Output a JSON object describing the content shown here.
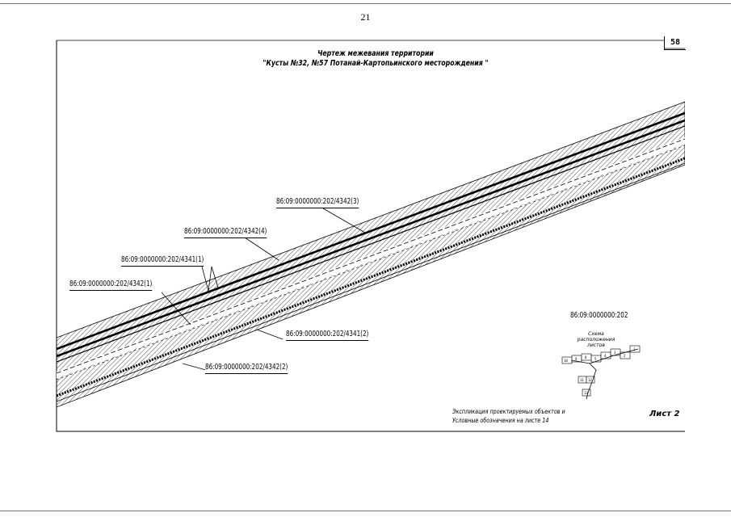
{
  "page_number": "21",
  "sheet_number": "58",
  "title_line1": "Чертеж межевания территории",
  "title_line2": "\"Кусты №32, №57 Потанай-Картопьинского месторождения \"",
  "parcel_labels": {
    "p3": "86:09:0000000:202/4342(3)",
    "p4": "86:09:0000000:202/4342(4)",
    "p41": "86:09:0000000:202/4341(1)",
    "p1": "86:09:0000000:202/4342(1)",
    "p42_2": "86:09:0000000:202/4341(2)",
    "p2": "86:09:0000000:202/4342(2)",
    "base": "86:09:0000000:202"
  },
  "scheme": {
    "title": "Схема расположения листов",
    "sheet_numbers": [
      "10",
      "9",
      "8",
      "5",
      "4",
      "3",
      "2",
      "1",
      "11",
      "12",
      "13"
    ]
  },
  "note_line1": "Экспликация проектируемых объектов и",
  "note_line2": "Условные обозначения на листе 14",
  "sheet_label": "Лист 2"
}
